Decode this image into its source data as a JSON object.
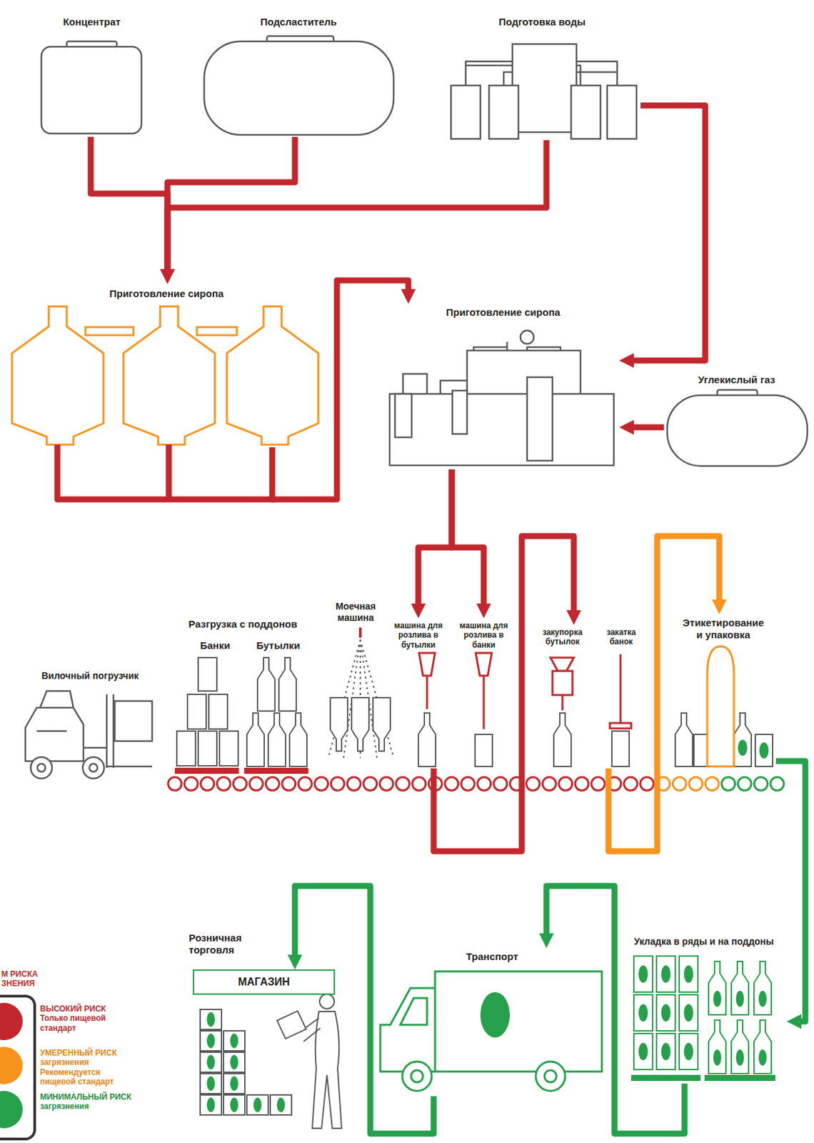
{
  "diagram": {
    "nodes": [
      {
        "text": [
          "Концентрат"
        ]
      },
      {
        "text": [
          "Подсластитель"
        ]
      },
      {
        "text": [
          "Подготовка воды"
        ]
      },
      {
        "text": [
          "Приготовление сиропа"
        ]
      },
      {
        "text": [
          "Приготовление сиропа"
        ]
      },
      {
        "text": [
          "Углекислый газ"
        ]
      },
      {
        "text": [
          "Вилочный погрузчик"
        ]
      },
      {
        "text": [
          "Разгрузка с поддонов"
        ]
      },
      {
        "text": [
          "Моечная машина"
        ]
      },
      {
        "text": [
          "машина для розлива в бутылки"
        ]
      },
      {
        "text": [
          "машина для розлива в банки"
        ]
      },
      {
        "text": [
          "закупорка бутылок"
        ]
      },
      {
        "text": [
          "закатка банок"
        ]
      },
      {
        "text": [
          "Этикетирование и упаковка"
        ]
      },
      {
        "text": [
          "Укладка в ряды и на поддоны"
        ]
      },
      {
        "text": [
          "Транспорт"
        ]
      },
      {
        "text": [
          "Розничная торговля"
        ]
      },
      {
        "text": [
          "МАГАЗИН"
        ],
        "in": 16
      }
    ],
    "edges": [
      {
        "from": 0,
        "to": 3,
        "arrow": "to"
      },
      {
        "from": 1,
        "to": 3,
        "arrow": "to"
      },
      {
        "from": 2,
        "to": 3,
        "arrow": "to"
      },
      {
        "from": 3,
        "to": 4,
        "arrow": "to"
      },
      {
        "from": 2,
        "to": 4,
        "arrow": "to"
      },
      {
        "from": 5,
        "to": 4,
        "arrow": "to"
      },
      {
        "from": 4,
        "to": 9,
        "arrow": "to"
      },
      {
        "from": 4,
        "to": 10,
        "arrow": "to"
      },
      {
        "from": 9,
        "to": 11,
        "arrow": "to"
      },
      {
        "from": 12,
        "to": 13,
        "arrow": "to"
      },
      {
        "from": 13,
        "to": 14,
        "arrow": "to"
      },
      {
        "from": 14,
        "to": 15,
        "arrow": "to"
      },
      {
        "from": 15,
        "to": 17,
        "arrow": "to"
      }
    ],
    "labels": [
      "Банки",
      "Бутылки",
      "М РИСКА ЗНЕНИЯ"
    ],
    "legend": [
      {
        "text": "ВЫСОКИЙ РИСК Только пищевой стандарт",
        "color": "#c1272d"
      },
      {
        "text": "УМЕРЕННЫЙ РИСК загрязнения Рекомендуется пищевой стандарт",
        "color": "#f7941d"
      },
      {
        "text": "МИНИМАЛЬНЫЙ РИСК загрязнения",
        "color": "#26a04b"
      }
    ]
  }
}
